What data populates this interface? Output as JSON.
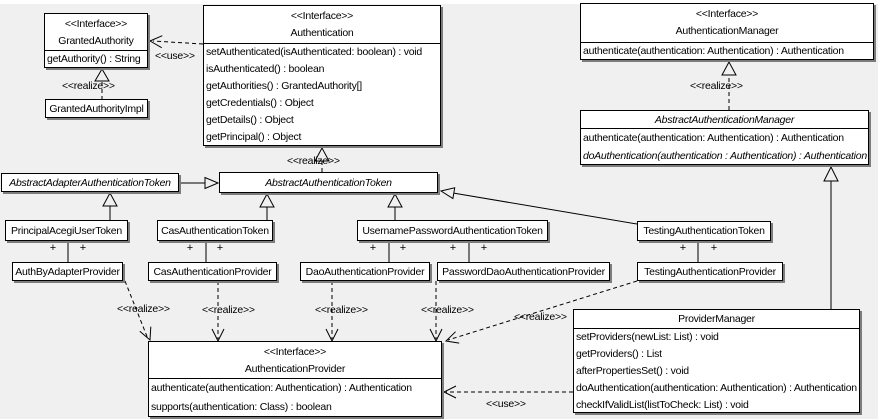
{
  "labels": {
    "realize": "<<realize>>",
    "use": "<<use>>",
    "plus": "+"
  },
  "colors": {
    "background": "#f0f0f0",
    "box_fill": "#ffffff",
    "line": "#000000",
    "shadow": "#7d7d7d"
  },
  "classes": {
    "granted_authority": {
      "stereotype": "<<Interface>>",
      "name": "GrantedAuthority",
      "methods": [
        "getAuthority() : String"
      ]
    },
    "granted_authority_impl": {
      "name": "GrantedAuthorityImpl"
    },
    "authentication": {
      "stereotype": "<<Interface>>",
      "name": "Authentication",
      "methods": [
        "setAuthenticated(isAuthenticated: boolean) : void",
        "isAuthenticated() : boolean",
        "getAuthorities() : GrantedAuthority[]",
        "getCredentials() : Object",
        "getDetails() : Object",
        "getPrincipal() : Object"
      ]
    },
    "authentication_manager": {
      "stereotype": "<<Interface>>",
      "name": "AuthenticationManager",
      "methods": [
        "authenticate(authentication: Authentication) : Authentication"
      ]
    },
    "abstract_authentication_manager": {
      "name": "AbstractAuthenticationManager",
      "methods": [
        "authenticate(authentication: Authentication) : Authentication",
        "doAuthentication(authentication : Authentication) : Authentication"
      ]
    },
    "abstract_adapter_authentication_token": {
      "name": "AbstractAdapterAuthenticationToken"
    },
    "abstract_authentication_token": {
      "name": "AbstractAuthenticationToken"
    },
    "principal_acegi_user_token": {
      "name": "PrincipalAcegiUserToken"
    },
    "cas_authentication_token": {
      "name": "CasAuthenticationToken"
    },
    "username_password_authentication_token": {
      "name": "UsernamePasswordAuthenticationToken"
    },
    "testing_authentication_token": {
      "name": "TestingAuthenticationToken"
    },
    "auth_by_adapter_provider": {
      "name": "AuthByAdapterProvider"
    },
    "cas_authentication_provider": {
      "name": "CasAuthenticationProvider"
    },
    "dao_authentication_provider": {
      "name": "DaoAuthenticationProvider"
    },
    "password_dao_authentication_provider": {
      "name": "PasswordDaoAuthenticationProvider"
    },
    "testing_authentication_provider": {
      "name": "TestingAuthenticationProvider"
    },
    "provider_manager": {
      "name": "ProviderManager",
      "methods": [
        "setProviders(newList: List) : void",
        "getProviders() : List",
        "afterPropertiesSet() : void",
        "doAuthentication(authentication: Authentication) : Authentication",
        "checkIfValidList(listToCheck: List) : void"
      ]
    },
    "authentication_provider": {
      "stereotype": "<<Interface>>",
      "name": "AuthenticationProvider",
      "methods": [
        "authenticate(authentication: Authentication) : Authentication",
        "supports(authentication: Class) : boolean"
      ]
    }
  }
}
